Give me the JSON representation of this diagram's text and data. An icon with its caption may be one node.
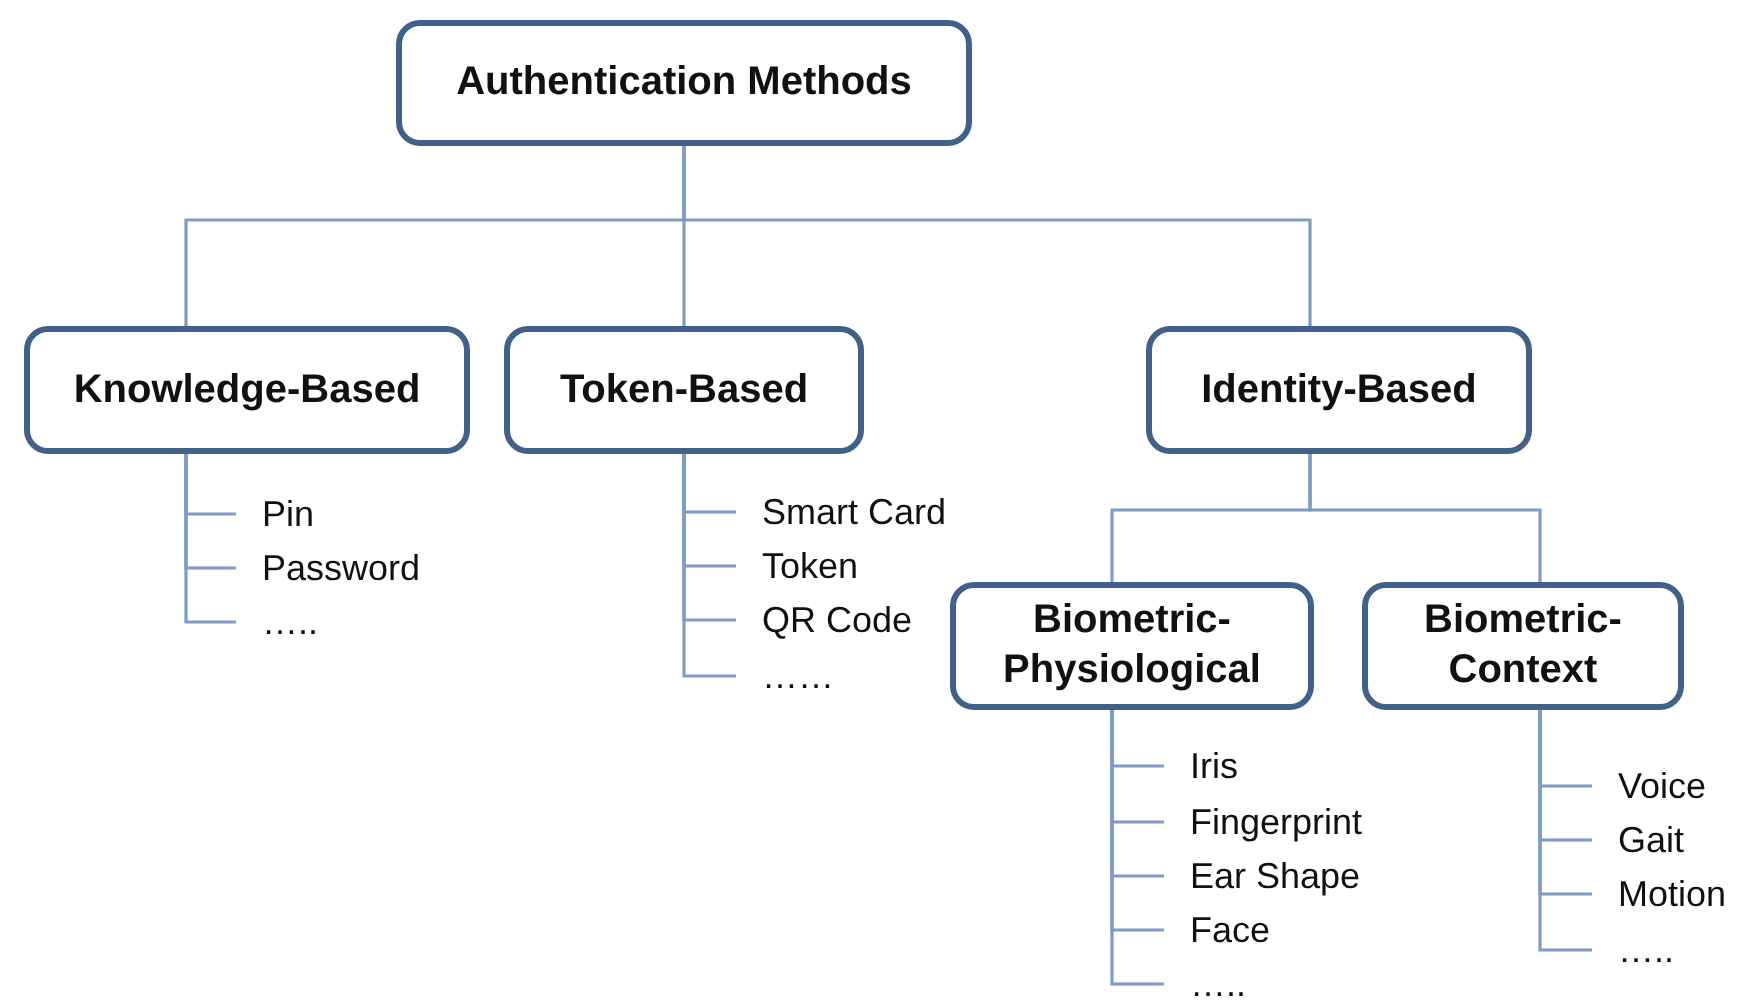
{
  "diagram": {
    "nodes": [
      {
        "text": [
          "Authentication Methods"
        ]
      },
      {
        "text": [
          "Knowledge-Based"
        ]
      },
      {
        "text": [
          "Token-Based"
        ]
      },
      {
        "text": [
          "Identity-Based"
        ]
      },
      {
        "text": [
          "Pin"
        ]
      },
      {
        "text": [
          "Password"
        ]
      },
      {
        "text": [
          "….."
        ]
      },
      {
        "text": [
          "Smart Card"
        ]
      },
      {
        "text": [
          "Token"
        ]
      },
      {
        "text": [
          "QR Code"
        ]
      },
      {
        "text": [
          "……"
        ]
      },
      {
        "text": [
          "Biometric- Physiological"
        ]
      },
      {
        "text": [
          "Biometric- Context"
        ]
      },
      {
        "text": [
          "Iris"
        ]
      },
      {
        "text": [
          "Fingerprint"
        ]
      },
      {
        "text": [
          "Ear Shape"
        ]
      },
      {
        "text": [
          "Face"
        ]
      },
      {
        "text": [
          "….."
        ]
      },
      {
        "text": [
          "Voice"
        ]
      },
      {
        "text": [
          "Gait"
        ]
      },
      {
        "text": [
          "Motion"
        ]
      },
      {
        "text": [
          "….."
        ]
      }
    ],
    "edges": [
      {
        "from": 0,
        "to": 1,
        "arrow": "none"
      },
      {
        "from": 0,
        "to": 2,
        "arrow": "none"
      },
      {
        "from": 0,
        "to": 3,
        "arrow": "none"
      },
      {
        "from": 1,
        "to": 4,
        "arrow": "none"
      },
      {
        "from": 1,
        "to": 5,
        "arrow": "none"
      },
      {
        "from": 1,
        "to": 6,
        "arrow": "none"
      },
      {
        "from": 2,
        "to": 7,
        "arrow": "none"
      },
      {
        "from": 2,
        "to": 8,
        "arrow": "none"
      },
      {
        "from": 2,
        "to": 9,
        "arrow": "none"
      },
      {
        "from": 2,
        "to": 10,
        "arrow": "none"
      },
      {
        "from": 3,
        "to": 11,
        "arrow": "none"
      },
      {
        "from": 3,
        "to": 12,
        "arrow": "none"
      },
      {
        "from": 11,
        "to": 13,
        "arrow": "none"
      },
      {
        "from": 11,
        "to": 14,
        "arrow": "none"
      },
      {
        "from": 11,
        "to": 15,
        "arrow": "none"
      },
      {
        "from": 11,
        "to": 16,
        "arrow": "none"
      },
      {
        "from": 11,
        "to": 17,
        "arrow": "none"
      },
      {
        "from": 12,
        "to": 18,
        "arrow": "none"
      },
      {
        "from": 12,
        "to": 19,
        "arrow": "none"
      },
      {
        "from": 12,
        "to": 20,
        "arrow": "none"
      },
      {
        "from": 12,
        "to": 21,
        "arrow": "none"
      }
    ]
  }
}
